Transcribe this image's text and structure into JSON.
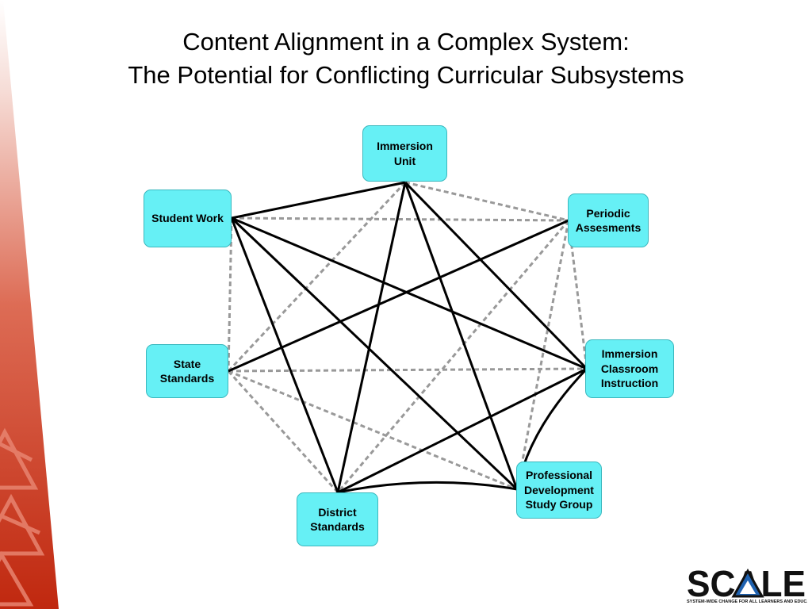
{
  "title": {
    "line1": "Content Alignment in a Complex System:",
    "line2": "The Potential for Conflicting Curricular Subsystems"
  },
  "nodes": {
    "immersion_unit": "Immersion\nUnit",
    "student_work": "Student Work",
    "periodic_assessments": "Periodic\nAssesments",
    "state_standards": "State\nStandards",
    "immersion_classroom": "Immersion\nClassroom\nInstruction",
    "professional_development": "Professional\nDevelopment\nStudy Group",
    "district_standards": "District\nStandards"
  },
  "connections": {
    "aligned": [
      [
        "immersion_unit",
        "student_work"
      ],
      [
        "immersion_unit",
        "immersion_classroom"
      ],
      [
        "immersion_unit",
        "professional_development"
      ],
      [
        "immersion_unit",
        "district_standards"
      ],
      [
        "student_work",
        "immersion_classroom"
      ],
      [
        "student_work",
        "professional_development"
      ],
      [
        "student_work",
        "district_standards"
      ],
      [
        "periodic_assessments",
        "state_standards"
      ],
      [
        "immersion_classroom",
        "district_standards"
      ],
      [
        "immersion_classroom",
        "professional_development"
      ],
      [
        "district_standards",
        "professional_development"
      ]
    ],
    "potential_conflict": [
      [
        "immersion_unit",
        "periodic_assessments"
      ],
      [
        "immersion_unit",
        "state_standards"
      ],
      [
        "student_work",
        "periodic_assessments"
      ],
      [
        "student_work",
        "state_standards"
      ],
      [
        "periodic_assessments",
        "immersion_classroom"
      ],
      [
        "periodic_assessments",
        "professional_development"
      ],
      [
        "periodic_assessments",
        "district_standards"
      ],
      [
        "state_standards",
        "immersion_classroom"
      ],
      [
        "state_standards",
        "professional_development"
      ],
      [
        "state_standards",
        "district_standards"
      ]
    ]
  },
  "colors": {
    "node_fill": "#66f0f5",
    "aligned_line": "#000000",
    "conflict_line": "#999999",
    "accent_red": "#c62f1c"
  },
  "logo": {
    "wordmark": "SCALE",
    "tagline": "SYSTEM-WIDE CHANGE FOR ALL LEARNERS AND EDUCATORS"
  }
}
